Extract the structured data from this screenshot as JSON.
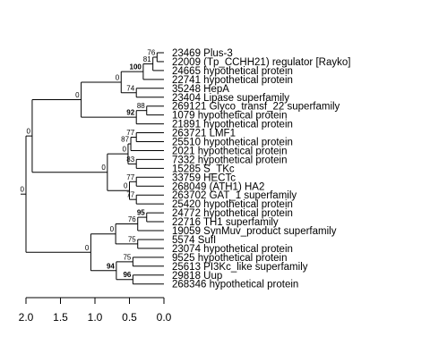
{
  "leaves": [
    "23469 Plus-3",
    "22009 (Tp_CCHH21) regulator [Rayko]",
    "24665 hypothetical protein",
    "22741 hypothetical protein",
    "35248 HepA",
    "23404 Lipase superfamily",
    "269121 Glyco_transf_22 superfamily",
    "1079 hypothetical protein",
    "21891 hypothetical protein",
    "263721 LMF1",
    "25510 hypothetical protein",
    "2021 hypothetical protein",
    "7332 hypothetical protein",
    "15285 S_TKc",
    "33759 HECTc",
    "268049 (ATH1) HA2",
    "263702 GAT_1 superfamily",
    "25420 hypothetical protein",
    "24772 hypothetical protein",
    "22716 TH1 superfamily",
    "19059 SynMuv_product superfamily",
    "5574 SufI",
    "23074 hypothetical protein",
    "9525 hypothetical protein",
    "25613 PI3Kc_like superfamily",
    "29818 Uup",
    "268346 hypothetical protein"
  ],
  "nodes": [
    {
      "id": "n1",
      "children": [
        0,
        1
      ],
      "height": 0.1,
      "label": "76",
      "bold": false
    },
    {
      "id": "n2",
      "children": [
        "n1",
        2
      ],
      "height": 0.16,
      "label": "81",
      "bold": false
    },
    {
      "id": "n3",
      "children": [
        "n2",
        3
      ],
      "height": 0.3,
      "label": "100",
      "bold": true
    },
    {
      "id": "n4",
      "children": [
        4,
        5
      ],
      "height": 0.4,
      "label": "74",
      "bold": false
    },
    {
      "id": "n5",
      "children": [
        "n3",
        "n4"
      ],
      "height": 0.62,
      "label": "0",
      "bold": false
    },
    {
      "id": "n6",
      "children": [
        6,
        7
      ],
      "height": 0.25,
      "label": "88",
      "bold": false
    },
    {
      "id": "n7",
      "children": [
        "n6",
        8
      ],
      "height": 0.4,
      "label": "92",
      "bold": true
    },
    {
      "id": "n8",
      "children": [
        "n5",
        "n7"
      ],
      "height": 1.2,
      "label": "0",
      "bold": false
    },
    {
      "id": "n9",
      "children": [
        9,
        10
      ],
      "height": 0.4,
      "label": "77",
      "bold": false
    },
    {
      "id": "n10",
      "children": [
        "n9",
        11
      ],
      "height": 0.48,
      "label": "87",
      "bold": false
    },
    {
      "id": "n11",
      "children": [
        12,
        13
      ],
      "height": 0.4,
      "label": "83",
      "bold": false
    },
    {
      "id": "n12",
      "children": [
        "n10",
        "n11"
      ],
      "height": 0.52,
      "label": "0",
      "bold": false
    },
    {
      "id": "n13",
      "children": [
        14,
        15
      ],
      "height": 0.4,
      "label": "77",
      "bold": false
    },
    {
      "id": "n14",
      "children": [
        16,
        17
      ],
      "height": 0.4,
      "label": "77",
      "bold": false
    },
    {
      "id": "n15",
      "children": [
        "n13",
        "n14"
      ],
      "height": 0.5,
      "label": "0",
      "bold": false
    },
    {
      "id": "n16",
      "children": [
        "n12",
        "n15"
      ],
      "height": 0.82,
      "label": "0",
      "bold": false
    },
    {
      "id": "n17",
      "children": [
        "n8",
        "n16"
      ],
      "height": 1.91,
      "label": "0",
      "bold": false
    },
    {
      "id": "n18",
      "children": [
        18,
        19
      ],
      "height": 0.25,
      "label": "95",
      "bold": true
    },
    {
      "id": "n19",
      "children": [
        "n18",
        20
      ],
      "height": 0.38,
      "label": "76",
      "bold": false
    },
    {
      "id": "n20",
      "children": [
        21,
        22
      ],
      "height": 0.38,
      "label": "75",
      "bold": false
    },
    {
      "id": "n21",
      "children": [
        "n19",
        "n20"
      ],
      "height": 0.7,
      "label": "0",
      "bold": false
    },
    {
      "id": "n22",
      "children": [
        23,
        24
      ],
      "height": 0.45,
      "label": "75",
      "bold": false
    },
    {
      "id": "n23",
      "children": [
        25,
        26
      ],
      "height": 0.45,
      "label": "96",
      "bold": true
    },
    {
      "id": "n24",
      "children": [
        "n22",
        "n23"
      ],
      "height": 0.69,
      "label": "94",
      "bold": true
    },
    {
      "id": "n25",
      "children": [
        "n21",
        "n24"
      ],
      "height": 1.06,
      "label": "0",
      "bold": false
    },
    {
      "id": "root",
      "children": [
        "n17",
        "n25"
      ],
      "height": 2.0,
      "label": "0",
      "bold": false
    }
  ],
  "axis": {
    "min": 0.0,
    "max": 2.0,
    "ticks": [
      2.0,
      1.5,
      1.0,
      0.5,
      0.0
    ],
    "tick_labels": [
      "2.0",
      "1.5",
      "1.0",
      "0.5",
      "0.0"
    ]
  }
}
